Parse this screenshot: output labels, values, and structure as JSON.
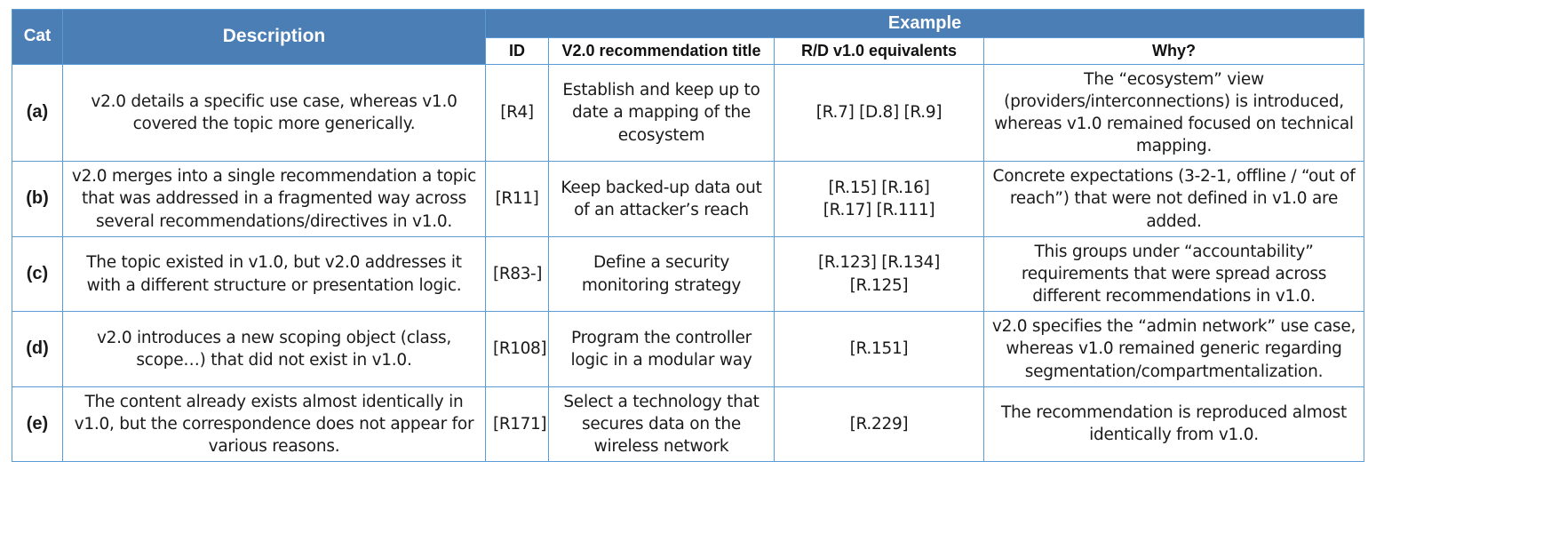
{
  "table": {
    "headers": {
      "cat": "Cat",
      "description": "Description",
      "example": "Example",
      "id": "ID",
      "title": "V2.0 recommendation title",
      "equivalents": "R/D v1.0 equivalents",
      "why": "Why?"
    },
    "colors": {
      "header_blue": "#4A7EB4",
      "border_blue": "#5B9BD5",
      "header_text": "#FFFFFF",
      "body_text": "#1A1A1A",
      "body_background": "#FFFFFF"
    },
    "rows": [
      {
        "cat": "(a)",
        "description": "v2.0 details a specific use case, whereas v1.0 covered the topic more generically.",
        "id": "[R4]",
        "title": "Establish and keep up to date a mapping of the ecosystem",
        "equivalents": "[R.7] [D.8] [R.9]",
        "why": "The “ecosystem” view (providers/interconnections) is introduced, whereas v1.0 remained focused on technical mapping."
      },
      {
        "cat": "(b)",
        "description": "v2.0 merges into a single recommendation a topic that was addressed in a fragmented way across several recommendations/directives in v1.0.",
        "id": "[R11]",
        "title": "Keep backed-up data out of an attacker’s reach",
        "equivalents": "[R.15] [R.16]\n[R.17] [R.111]",
        "why": "Concrete expectations (3-2-1, offline / “out of reach”) that were not defined in v1.0 are added."
      },
      {
        "cat": "(c)",
        "description": "The topic existed in v1.0, but v2.0 addresses it with a different structure or presentation logic.",
        "id": "[R83-]",
        "title": "Define a security monitoring strategy",
        "equivalents": "[R.123] [R.134]\n[R.125]",
        "why": "This groups under “accountability” requirements that were spread across different recommendations in v1.0."
      },
      {
        "cat": "(d)",
        "description": "v2.0 introduces a new scoping object (class, scope…) that did not exist in v1.0.",
        "id": "[R108]",
        "title": "Program the controller logic in a modular way",
        "equivalents": "[R.151]",
        "why": "v2.0 specifies the “admin network” use case, whereas v1.0 remained generic regarding segmentation/compartmentalization."
      },
      {
        "cat": "(e)",
        "description": "The content already exists almost identically in v1.0, but the correspondence does not appear for various reasons.",
        "id": "[R171]",
        "title": "Select a technology that secures data on the wireless network",
        "equivalents": "[R.229]",
        "why": "The recommendation is reproduced almost identically from v1.0."
      }
    ]
  }
}
